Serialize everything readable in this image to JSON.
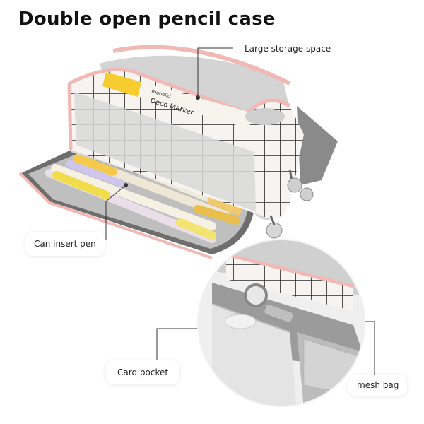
{
  "title": "Double open pencil case",
  "labels": {
    "storage": "Large storage space",
    "pen": "Can insert pen",
    "card": "Card pocket",
    "mesh": "mesh bag"
  },
  "marker_text": {
    "brand": "mooolid",
    "name": "Deco Marker"
  },
  "colors": {
    "case_white": "#f6f3f0",
    "grid_line": "#2a2a2a",
    "zipper_pink": "#f0b9b5",
    "lining_gray": "#8c8c8c",
    "inner_gray": "#d9d9d9"
  }
}
